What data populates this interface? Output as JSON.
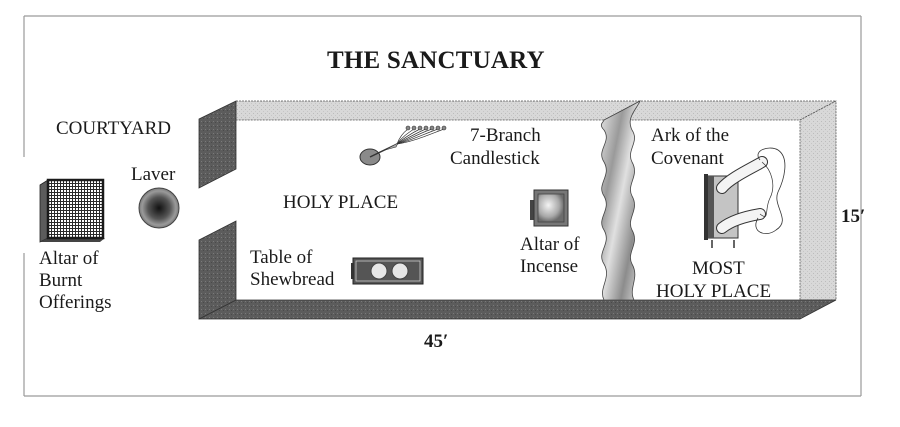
{
  "title": "THE SANCTUARY",
  "labels": {
    "courtyard": "COURTYARD",
    "laver": "Laver",
    "altar_burnt_offerings": [
      "Altar of",
      "Burnt",
      "Offerings"
    ],
    "holy_place": "HOLY PLACE",
    "candlestick": [
      "7-Branch",
      "Candlestick"
    ],
    "table_shewbread": [
      "Table of",
      "Shewbread"
    ],
    "altar_incense": [
      "Altar of",
      "Incense"
    ],
    "ark_covenant": [
      "Ark of the",
      "Covenant"
    ],
    "most_holy_place": [
      "MOST",
      "HOLY PLACE"
    ]
  },
  "dimensions": {
    "length": "45′",
    "width": "15′"
  },
  "colors": {
    "wall_dark": "#5a5a5a",
    "wall_light": "#d4d4d4",
    "frame": "#9a9a9a",
    "ink": "#1a1a1a"
  }
}
